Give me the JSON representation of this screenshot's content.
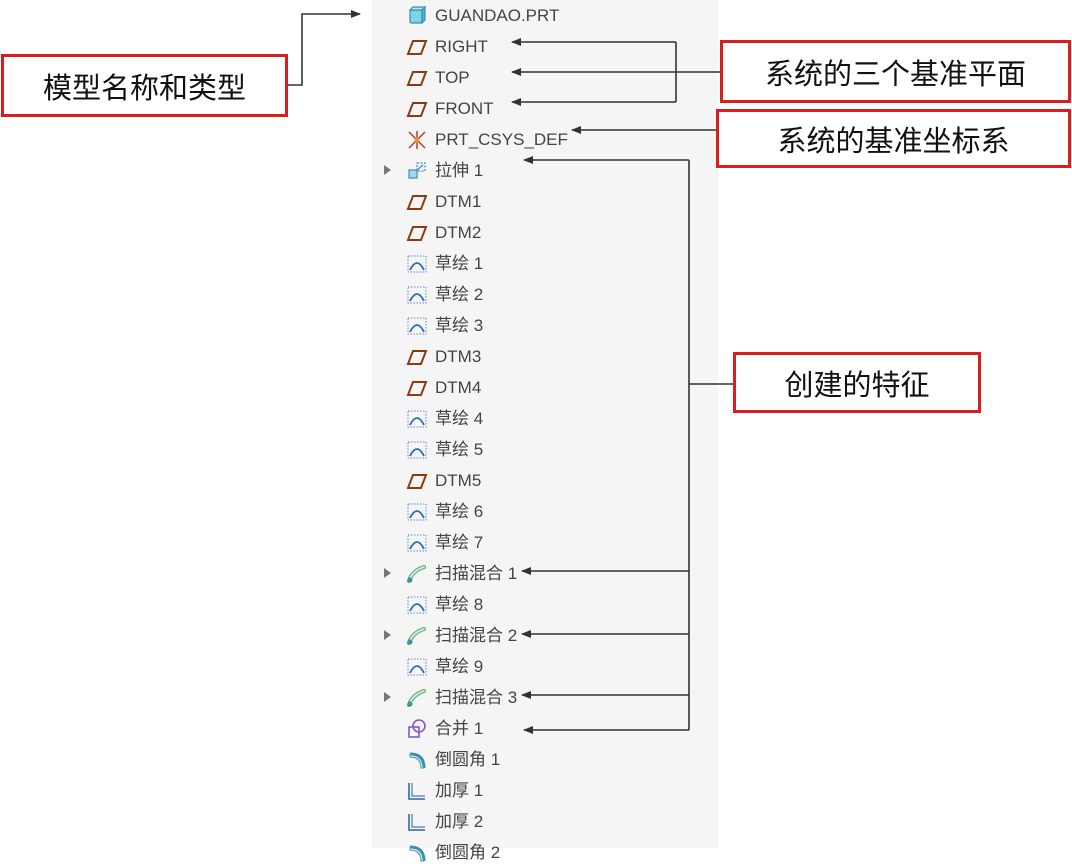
{
  "tree": {
    "items": [
      {
        "label": "GUANDAO.PRT",
        "icon": "part-icon",
        "expandable": false
      },
      {
        "label": "RIGHT",
        "icon": "datum-plane-icon",
        "expandable": false
      },
      {
        "label": "TOP",
        "icon": "datum-plane-icon",
        "expandable": false
      },
      {
        "label": "FRONT",
        "icon": "datum-plane-icon",
        "expandable": false
      },
      {
        "label": "PRT_CSYS_DEF",
        "icon": "coordinate-system-icon",
        "expandable": false
      },
      {
        "label": "拉伸 1",
        "icon": "extrude-icon",
        "expandable": true
      },
      {
        "label": "DTM1",
        "icon": "datum-plane-icon",
        "expandable": false
      },
      {
        "label": "DTM2",
        "icon": "datum-plane-icon",
        "expandable": false
      },
      {
        "label": "草绘 1",
        "icon": "sketch-icon",
        "expandable": false
      },
      {
        "label": "草绘 2",
        "icon": "sketch-icon",
        "expandable": false
      },
      {
        "label": "草绘 3",
        "icon": "sketch-icon",
        "expandable": false
      },
      {
        "label": "DTM3",
        "icon": "datum-plane-icon",
        "expandable": false
      },
      {
        "label": "DTM4",
        "icon": "datum-plane-icon",
        "expandable": false
      },
      {
        "label": "草绘 4",
        "icon": "sketch-icon",
        "expandable": false
      },
      {
        "label": "草绘 5",
        "icon": "sketch-icon",
        "expandable": false
      },
      {
        "label": "DTM5",
        "icon": "datum-plane-icon",
        "expandable": false
      },
      {
        "label": "草绘 6",
        "icon": "sketch-icon",
        "expandable": false
      },
      {
        "label": "草绘 7",
        "icon": "sketch-icon",
        "expandable": false
      },
      {
        "label": "扫描混合 1",
        "icon": "swept-blend-icon",
        "expandable": true
      },
      {
        "label": "草绘 8",
        "icon": "sketch-icon",
        "expandable": false
      },
      {
        "label": "扫描混合 2",
        "icon": "swept-blend-icon",
        "expandable": true
      },
      {
        "label": "草绘 9",
        "icon": "sketch-icon",
        "expandable": false
      },
      {
        "label": "扫描混合 3",
        "icon": "swept-blend-icon",
        "expandable": true
      },
      {
        "label": "合并 1",
        "icon": "merge-icon",
        "expandable": false
      },
      {
        "label": "倒圆角 1",
        "icon": "round-icon",
        "expandable": false
      },
      {
        "label": "加厚 1",
        "icon": "thicken-icon",
        "expandable": false
      },
      {
        "label": "加厚 2",
        "icon": "thicken-icon",
        "expandable": false
      },
      {
        "label": "倒圆角 2",
        "icon": "round-icon",
        "expandable": false
      }
    ]
  },
  "callouts": {
    "model_name": "模型名称和类型",
    "datum_planes": "系统的三个基准平面",
    "datum_csys": "系统的基准坐标系",
    "created_features": "创建的特征"
  },
  "colors": {
    "callout_border": "#d81e1e",
    "panel_background": "#f5f5f5",
    "label_text": "#444444",
    "arrow": "#333333"
  }
}
